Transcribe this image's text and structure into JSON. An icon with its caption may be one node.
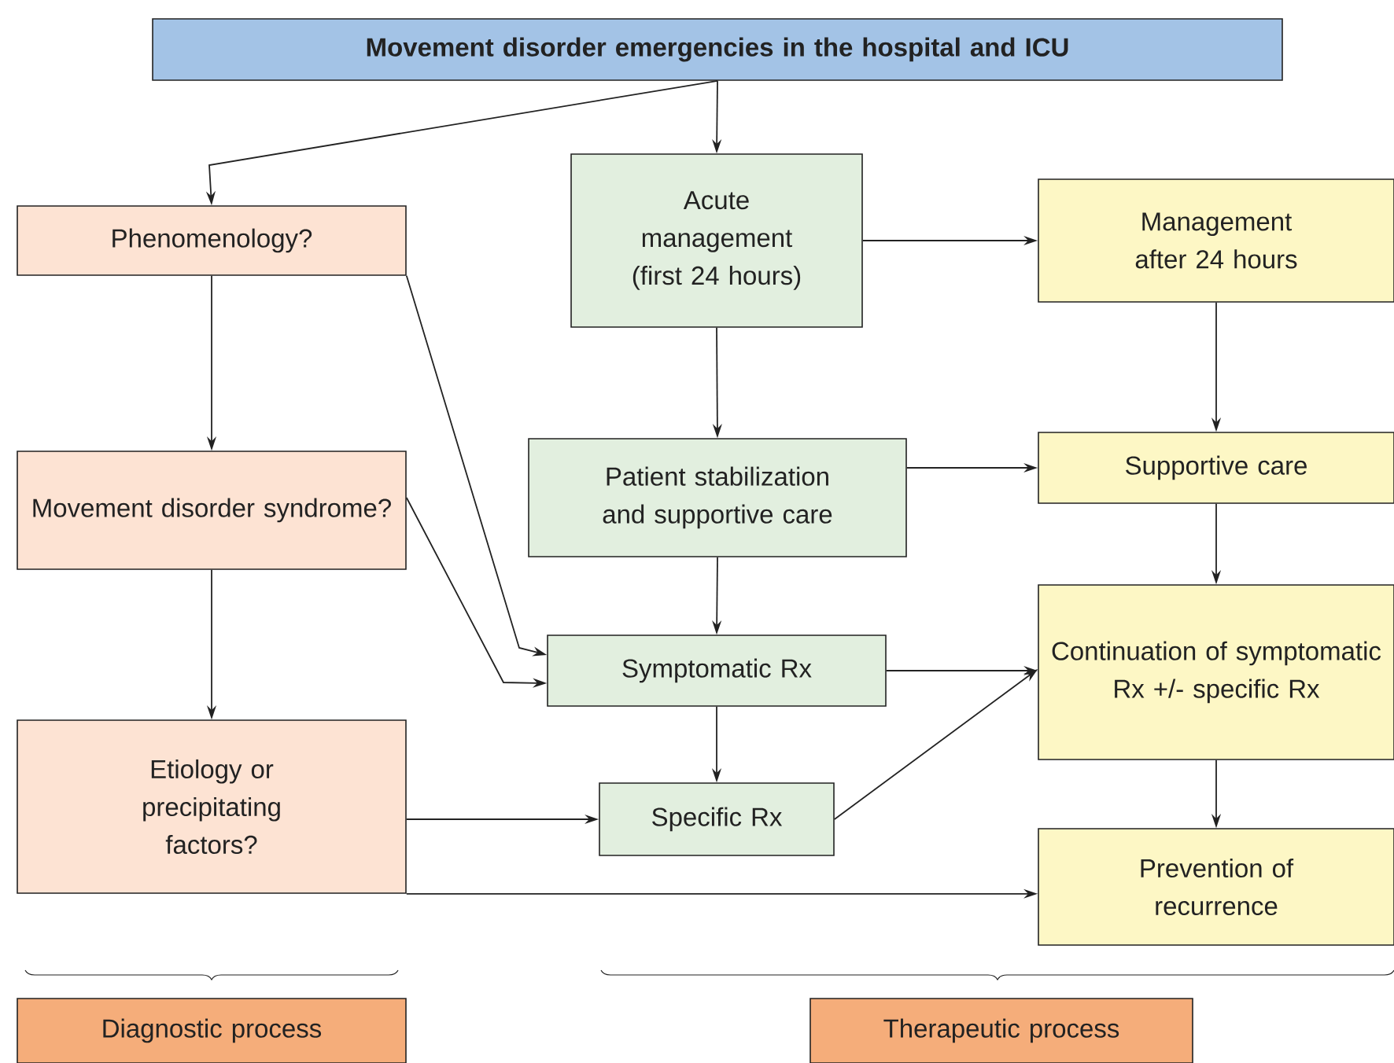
{
  "diagram": {
    "nodes": [
      {
        "text": [
          "Movement disorder emergencies in the hospital and ICU"
        ]
      },
      {
        "text": [
          "Phenomenology?"
        ]
      },
      {
        "text": [
          "Movement disorder syndrome?"
        ]
      },
      {
        "text": [
          "Etiology or precipitating factors?"
        ]
      },
      {
        "text": [
          "Acute management (first 24 hours)"
        ]
      },
      {
        "text": [
          "Patient stabilization and supportive care"
        ]
      },
      {
        "text": [
          "Symptomatic Rx"
        ]
      },
      {
        "text": [
          "Specific Rx"
        ]
      },
      {
        "text": [
          "Management after 24 hours"
        ]
      },
      {
        "text": [
          "Supportive care"
        ]
      },
      {
        "text": [
          "Continuation of symptomatic Rx +/- specific Rx"
        ]
      },
      {
        "text": [
          "Prevention of recurrence"
        ]
      },
      {
        "text": [
          "Diagnostic process"
        ]
      },
      {
        "text": [
          "Therapeutic process"
        ]
      }
    ],
    "edges": [
      {
        "from": 0,
        "to": 1,
        "arrow": "to"
      },
      {
        "from": 0,
        "to": 4,
        "arrow": "to"
      },
      {
        "from": 1,
        "to": 2,
        "arrow": "to"
      },
      {
        "from": 1,
        "to": 6,
        "arrow": "to"
      },
      {
        "from": 2,
        "to": 6,
        "arrow": "to"
      },
      {
        "from": 2,
        "to": 3,
        "arrow": "to"
      },
      {
        "from": 3,
        "to": 7,
        "arrow": "to"
      },
      {
        "from": 3,
        "to": 11,
        "arrow": "to"
      },
      {
        "from": 4,
        "to": 5,
        "arrow": "to"
      },
      {
        "from": 4,
        "to": 8,
        "arrow": "to"
      },
      {
        "from": 5,
        "to": 6,
        "arrow": "to"
      },
      {
        "from": 5,
        "to": 9,
        "arrow": "to"
      },
      {
        "from": 6,
        "to": 7,
        "arrow": "to"
      },
      {
        "from": 6,
        "to": 10,
        "arrow": "to"
      },
      {
        "from": 7,
        "to": 10,
        "arrow": "to"
      },
      {
        "from": 8,
        "to": 9,
        "arrow": "to"
      },
      {
        "from": 9,
        "to": 10,
        "arrow": "to"
      },
      {
        "from": 10,
        "to": 11,
        "arrow": "to"
      }
    ]
  }
}
